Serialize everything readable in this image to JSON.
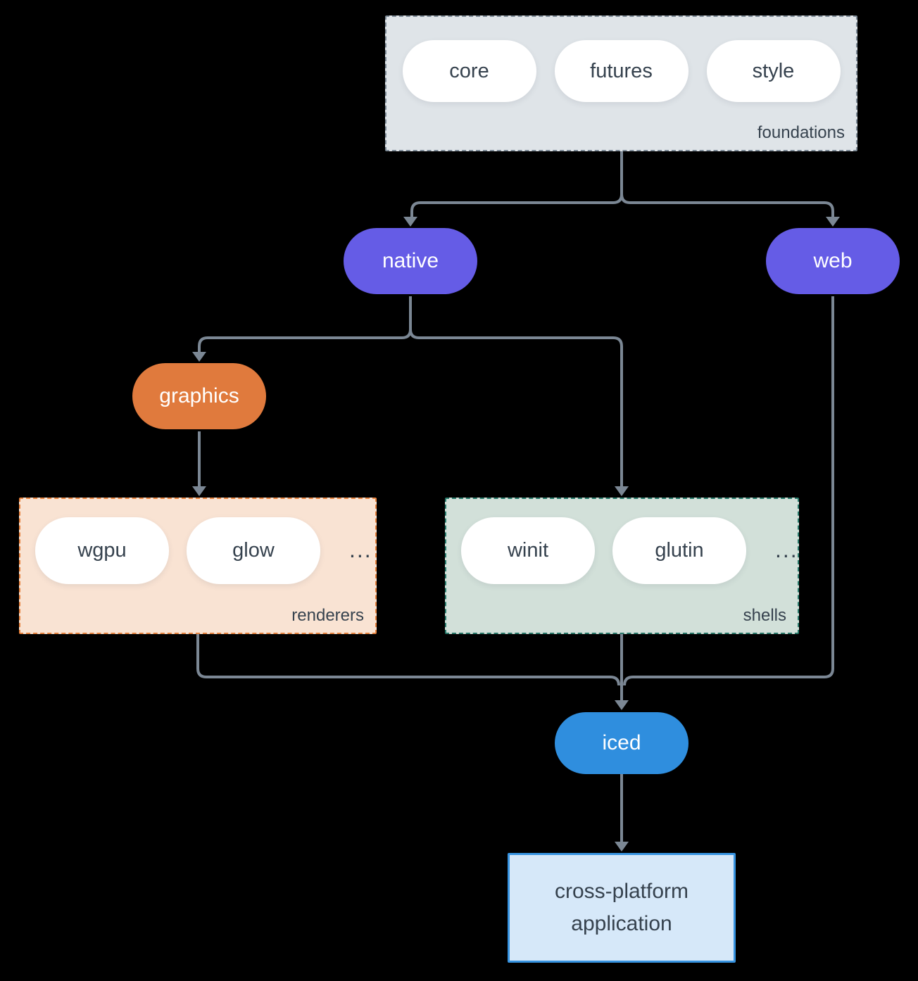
{
  "diagram": {
    "background_color": "#000000",
    "arrow_color": "#7b8794",
    "groups": [
      {
        "id": "foundations",
        "label": "foundations",
        "pills": [
          "core",
          "futures",
          "style"
        ],
        "bg": "#dfe4e8",
        "border_color": "#7d8a96"
      },
      {
        "id": "renderers",
        "label": "renderers",
        "pills": [
          "wgpu",
          "glow"
        ],
        "ellipsis": "...",
        "bg": "#f9e3d3",
        "border_color": "#e8833f"
      },
      {
        "id": "shells",
        "label": "shells",
        "pills": [
          "winit",
          "glutin"
        ],
        "ellipsis": "...",
        "bg": "#d2e0d9",
        "border_color": "#27796a"
      }
    ],
    "nodes": [
      {
        "id": "native",
        "label": "native",
        "bg": "#655ce6"
      },
      {
        "id": "web",
        "label": "web",
        "bg": "#655ce6"
      },
      {
        "id": "graphics",
        "label": "graphics",
        "bg": "#e07a3d"
      },
      {
        "id": "iced",
        "label": "iced",
        "bg": "#2f8ede"
      },
      {
        "id": "app",
        "label": "cross-platform application",
        "bg": "#d6e8f9",
        "border_color": "#3793e0"
      }
    ],
    "edges": [
      {
        "from": "foundations",
        "to": "native"
      },
      {
        "from": "foundations",
        "to": "web"
      },
      {
        "from": "native",
        "to": "graphics"
      },
      {
        "from": "native",
        "to": "shells"
      },
      {
        "from": "graphics",
        "to": "renderers"
      },
      {
        "from": "renderers",
        "to": "iced"
      },
      {
        "from": "shells",
        "to": "iced"
      },
      {
        "from": "web",
        "to": "iced"
      },
      {
        "from": "iced",
        "to": "app"
      }
    ]
  }
}
